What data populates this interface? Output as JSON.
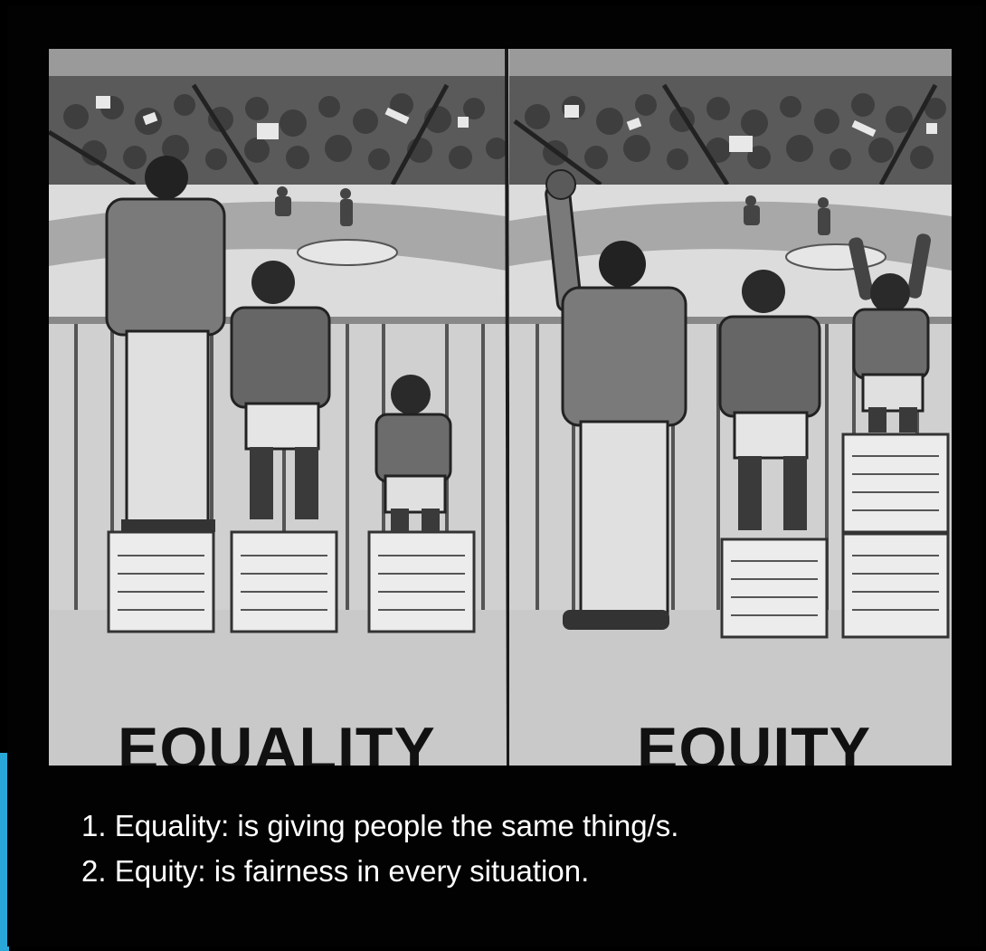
{
  "illustration": {
    "left_caption": "EQUALITY",
    "right_caption": "EQUITY"
  },
  "notes": [
    "1. Equality: is giving people the same thing/s.",
    "2. Equity: is fairness in every situation."
  ],
  "colors": {
    "background": "#000000",
    "panel": "#c9c9c9",
    "caption_text": "#111111",
    "note_text": "#ffffff",
    "accent_stripe": "#29a8d8"
  }
}
